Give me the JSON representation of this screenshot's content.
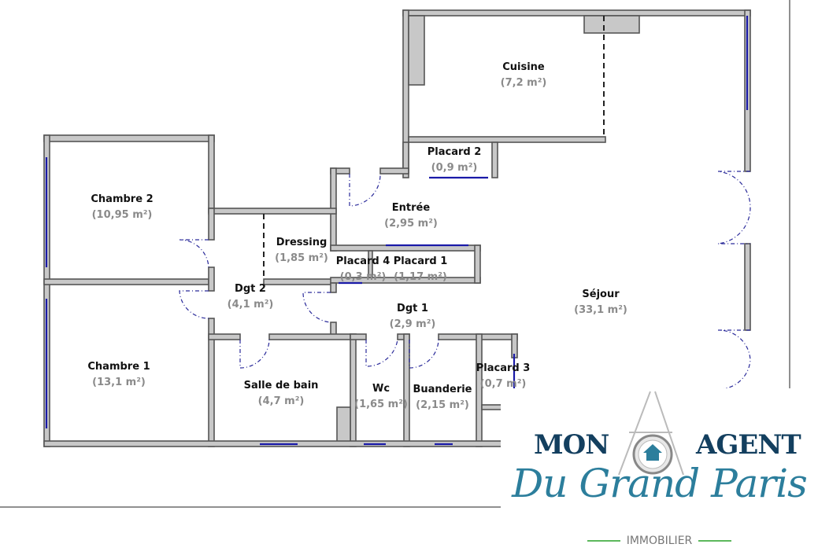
{
  "rooms": [
    {
      "name": "Cuisine",
      "area": "(7,2 m²)"
    },
    {
      "name": "Placard 2",
      "area": "(0,9 m²)"
    },
    {
      "name": "Chambre 2",
      "area": "(10,95 m²)"
    },
    {
      "name": "Entrée",
      "area": "(2,95 m²)"
    },
    {
      "name": "Dressing",
      "area": "(1,85 m²)"
    },
    {
      "name": "Placard 4",
      "area": "(0,3 m²)"
    },
    {
      "name": "Placard 1",
      "area": "(1,17 m²)"
    },
    {
      "name": "Dgt 2",
      "area": "(4,1 m²)"
    },
    {
      "name": "Séjour",
      "area": "(33,1 m²)"
    },
    {
      "name": "Dgt 1",
      "area": "(2,9 m²)"
    },
    {
      "name": "Chambre 1",
      "area": "(13,1 m²)"
    },
    {
      "name": "Salle de bain",
      "area": "(4,7 m²)"
    },
    {
      "name": "Wc",
      "area": "(1,65 m²)"
    },
    {
      "name": "Buanderie",
      "area": "(2,15 m²)"
    },
    {
      "name": "Placard 3",
      "area": "(0,7 m²)"
    }
  ],
  "logo": {
    "top_left": "MON",
    "top_right": "AGENT",
    "script": "Du Grand Paris",
    "tagline": "IMMOBILIER"
  },
  "colors": {
    "wall": "#c8c8c8",
    "window": "#1a1aa8",
    "logo_dark": "#133f5f",
    "logo_script": "#2c7e9c",
    "tagline_line": "#5cb85c"
  }
}
